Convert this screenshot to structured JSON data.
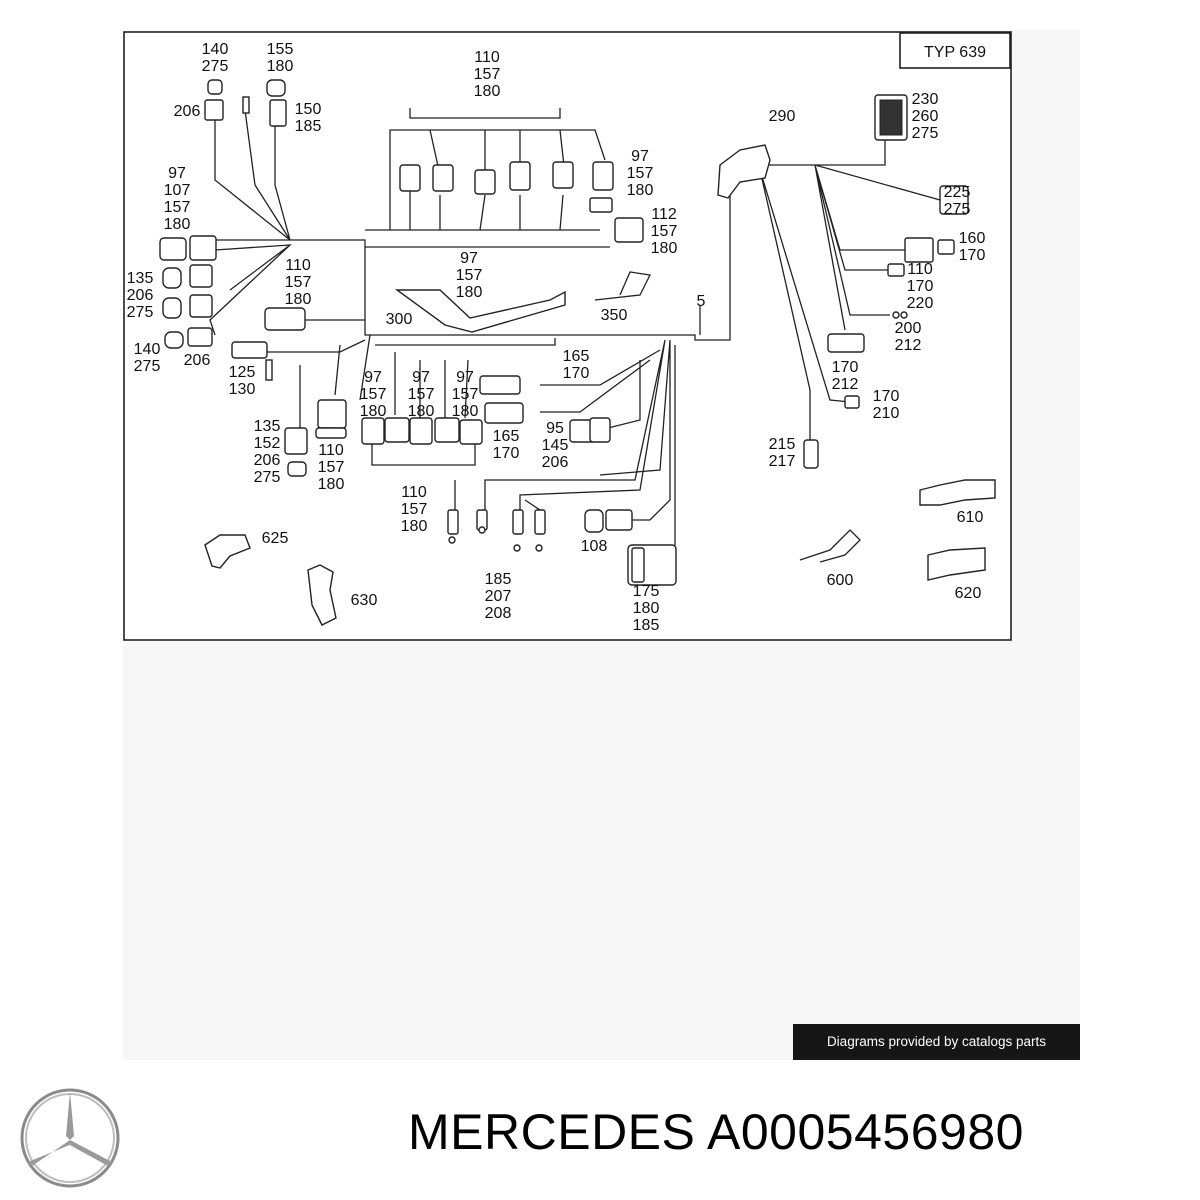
{
  "diagram": {
    "type_label": "TYP 639",
    "callouts": [
      {
        "id": "c-140-275",
        "lines": [
          "140",
          "275"
        ]
      },
      {
        "id": "c-155-180",
        "lines": [
          "155",
          "180"
        ]
      },
      {
        "id": "c-206-top",
        "lines": [
          "206"
        ]
      },
      {
        "id": "c-150-185",
        "lines": [
          "150",
          "185"
        ]
      },
      {
        "id": "c-110-157-180-top",
        "lines": [
          "110",
          "157",
          "180"
        ]
      },
      {
        "id": "c-97-157-180-right",
        "lines": [
          "97",
          "157",
          "180"
        ]
      },
      {
        "id": "c-290",
        "lines": [
          "290"
        ]
      },
      {
        "id": "c-230-260-275",
        "lines": [
          "230",
          "260",
          "275"
        ]
      },
      {
        "id": "c-225-275",
        "lines": [
          "225",
          "275"
        ]
      },
      {
        "id": "c-97-107-157-180",
        "lines": [
          "97",
          "107",
          "157",
          "180"
        ]
      },
      {
        "id": "c-112-157-180",
        "lines": [
          "112",
          "157",
          "180"
        ]
      },
      {
        "id": "c-160-170",
        "lines": [
          "160",
          "170"
        ]
      },
      {
        "id": "c-110-157-180-left",
        "lines": [
          "110",
          "157",
          "180"
        ]
      },
      {
        "id": "c-97-157-180-mid",
        "lines": [
          "97",
          "157",
          "180"
        ]
      },
      {
        "id": "c-135-206-275",
        "lines": [
          "135",
          "206",
          "275"
        ]
      },
      {
        "id": "c-110-170-220",
        "lines": [
          "110",
          "170",
          "220"
        ]
      },
      {
        "id": "c-5",
        "lines": [
          "5"
        ]
      },
      {
        "id": "c-300",
        "lines": [
          "300"
        ]
      },
      {
        "id": "c-350",
        "lines": [
          "350"
        ]
      },
      {
        "id": "c-200-212",
        "lines": [
          "200",
          "212"
        ]
      },
      {
        "id": "c-140-275-left",
        "lines": [
          "140",
          "275"
        ]
      },
      {
        "id": "c-206-left",
        "lines": [
          "206"
        ]
      },
      {
        "id": "c-125-130",
        "lines": [
          "125",
          "130"
        ]
      },
      {
        "id": "c-165-170-a",
        "lines": [
          "165",
          "170"
        ]
      },
      {
        "id": "c-170-212",
        "lines": [
          "170",
          "212"
        ]
      },
      {
        "id": "c-97-157-180-b1",
        "lines": [
          "97",
          "157",
          "180"
        ]
      },
      {
        "id": "c-97-157-180-b2",
        "lines": [
          "97",
          "157",
          "180"
        ]
      },
      {
        "id": "c-97-157-180-b3",
        "lines": [
          "97",
          "157",
          "180"
        ]
      },
      {
        "id": "c-170-210",
        "lines": [
          "170",
          "210"
        ]
      },
      {
        "id": "c-135-152-206-275",
        "lines": [
          "135",
          "152",
          "206",
          "275"
        ]
      },
      {
        "id": "c-110-157-180-low",
        "lines": [
          "110",
          "157",
          "180"
        ]
      },
      {
        "id": "c-165-170-b",
        "lines": [
          "165",
          "170"
        ]
      },
      {
        "id": "c-95-145-206",
        "lines": [
          "95",
          "145",
          "206"
        ]
      },
      {
        "id": "c-215-217",
        "lines": [
          "215",
          "217"
        ]
      },
      {
        "id": "c-110-157-180-bottom",
        "lines": [
          "110",
          "157",
          "180"
        ]
      },
      {
        "id": "c-610",
        "lines": [
          "610"
        ]
      },
      {
        "id": "c-108",
        "lines": [
          "108"
        ]
      },
      {
        "id": "c-625",
        "lines": [
          "625"
        ]
      },
      {
        "id": "c-600",
        "lines": [
          "600"
        ]
      },
      {
        "id": "c-185-207-208",
        "lines": [
          "185",
          "207",
          "208"
        ]
      },
      {
        "id": "c-630",
        "lines": [
          "630"
        ]
      },
      {
        "id": "c-620",
        "lines": [
          "620"
        ]
      },
      {
        "id": "c-175-180-185",
        "lines": [
          "175",
          "180",
          "185"
        ]
      }
    ]
  },
  "watermark": {
    "text": "Diagrams provided by catalogs parts"
  },
  "brand": {
    "title": "MERCEDES A0005456980",
    "logo": "mercedes-star-logo"
  }
}
